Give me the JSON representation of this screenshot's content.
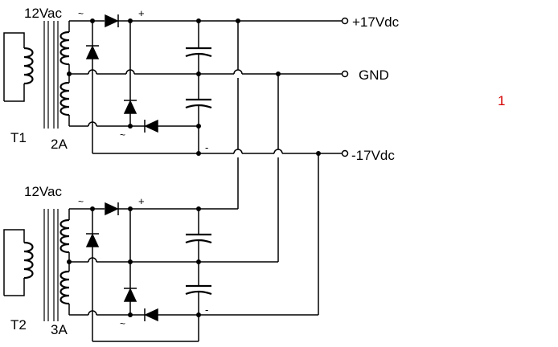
{
  "page_number": "1",
  "outputs": {
    "positive": "+17Vdc",
    "ground": "GND",
    "negative": "-17Vdc"
  },
  "transformers": [
    {
      "name": "T1",
      "voltage": "12Vac",
      "current": "2A",
      "ac_marks": [
        "~",
        "~"
      ],
      "plus": "+",
      "minus": "-"
    },
    {
      "name": "T2",
      "voltage": "12Vac",
      "current": "3A",
      "ac_marks": [
        "~",
        "~"
      ],
      "plus": "+",
      "minus": "-"
    }
  ],
  "colors": {
    "wire": "#000000",
    "page_number": "#d40000"
  }
}
